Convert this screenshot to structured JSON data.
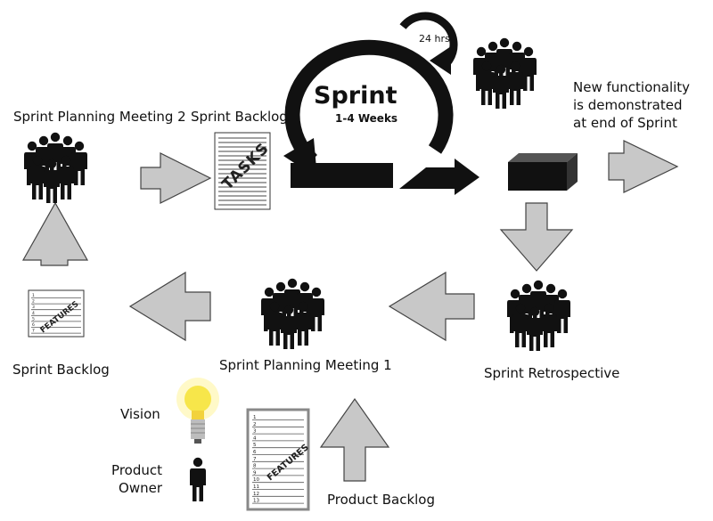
{
  "sprint": {
    "title": "Sprint",
    "duration": "1-4 Weeks",
    "daily": "24 hrs"
  },
  "labels": {
    "planning2": "Sprint Planning Meeting 2",
    "sprint_backlog_top": "Sprint Backlog",
    "new_functionality": "New functionality is demonstrated at end of Sprint",
    "sprint_backlog_left": "Sprint Backlog",
    "planning1": "Sprint Planning Meeting 1",
    "retrospective": "Sprint Retrospective",
    "vision": "Vision",
    "product_owner": "Product Owner",
    "product_backlog": "Product Backlog"
  },
  "docs": {
    "tasks": "TASKS",
    "features_small": "FEATURES",
    "features_large": "FEATURES",
    "small_rows": [
      "1",
      "2",
      "3",
      "4",
      "5",
      "6",
      "7"
    ],
    "large_rows": [
      "1",
      "2",
      "3",
      "4",
      "5",
      "6",
      "7",
      "8",
      "9",
      "10",
      "11",
      "12",
      "13"
    ]
  },
  "colors": {
    "arrow_fill": "#c8c8c8",
    "arrow_stroke": "#444444",
    "ink": "#111111",
    "bulb": "#f7e64a"
  }
}
